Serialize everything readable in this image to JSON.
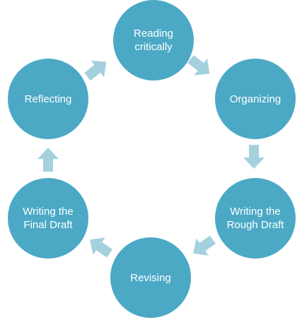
{
  "colors": {
    "node_fill": "#4ba9c6",
    "node_text": "#ffffff",
    "arrow_fill": "#a5d0de"
  },
  "diagram": {
    "nodes": [
      {
        "label": "Reading critically"
      },
      {
        "label": "Organizing"
      },
      {
        "label": "Writing the Rough Draft"
      },
      {
        "label": "Revising"
      },
      {
        "label": "Writing the Final Draft"
      },
      {
        "label": "Reflecting"
      }
    ],
    "arrow_icon": "block-arrow-icon"
  }
}
